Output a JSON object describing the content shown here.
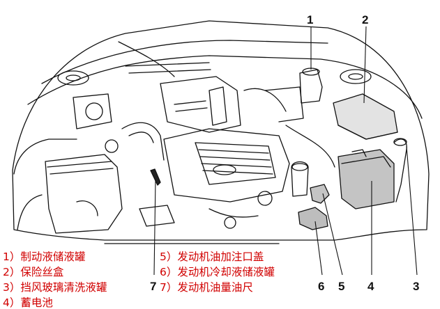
{
  "colors": {
    "legend_text": "#d10000",
    "line_art": "#111111",
    "highlight_fill": "#bdbdbd"
  },
  "callouts": [
    "1",
    "2",
    "3",
    "4",
    "5",
    "6",
    "7"
  ],
  "legend": {
    "left": [
      "1）制动液储液罐",
      "2）保险丝盒",
      "3）挡风玻璃清洗液罐",
      "4）蓄电池"
    ],
    "right": [
      "5）发动机油加注口盖",
      "6）发动机冷却液储液罐",
      "7）发动机油量油尺"
    ]
  }
}
